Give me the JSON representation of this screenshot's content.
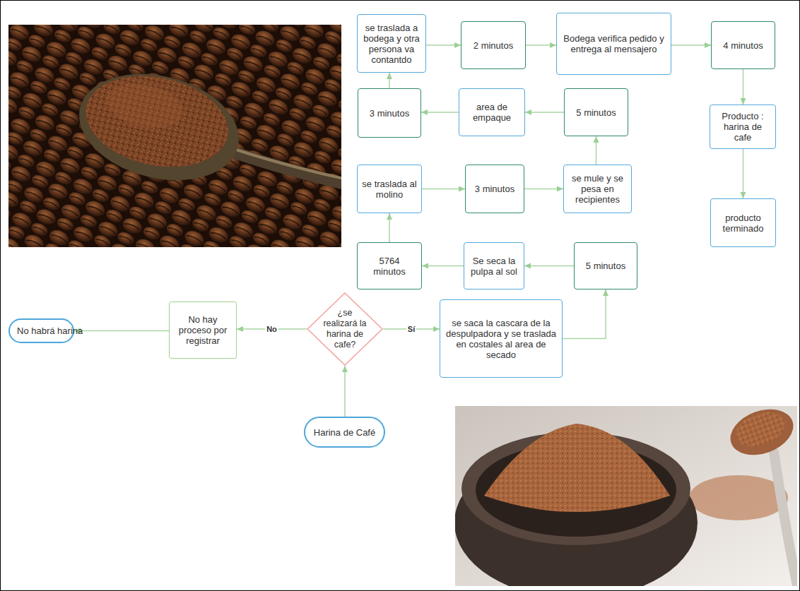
{
  "diagram": {
    "nodes": [
      {
        "text": [
          "Harina de Café"
        ]
      },
      {
        "text": [
          "¿se realizará la harina de cafe?"
        ]
      },
      {
        "text": [
          "No hay proceso por registrar"
        ]
      },
      {
        "text": [
          "No habrá harina"
        ]
      },
      {
        "text": [
          "se saca la cascara de la despulpadora y se traslada en costales al area de secado"
        ]
      },
      {
        "text": [
          "5 minutos"
        ]
      },
      {
        "text": [
          "Se seca la pulpa al sol"
        ]
      },
      {
        "text": [
          "5764 minutos"
        ]
      },
      {
        "text": [
          "se traslada al molino"
        ]
      },
      {
        "text": [
          "3 minutos"
        ]
      },
      {
        "text": [
          "se mule y se pesa en recipientes"
        ]
      },
      {
        "text": [
          "5 minutos"
        ]
      },
      {
        "text": [
          "area de empaque"
        ]
      },
      {
        "text": [
          "3 minutos"
        ]
      },
      {
        "text": [
          "se traslada a bodega y otra persona va contantdo"
        ]
      },
      {
        "text": [
          "2 minutos"
        ]
      },
      {
        "text": [
          "Bodega verifica pedido y entrega al mensajero"
        ]
      },
      {
        "text": [
          "4 minutos"
        ]
      },
      {
        "text": [
          "Producto : harina de cafe"
        ]
      },
      {
        "text": [
          "producto terminado"
        ]
      }
    ],
    "edges": [
      {
        "from": 0,
        "to": 1,
        "arrow": "to"
      },
      {
        "from": 1,
        "to": 2,
        "label": "No",
        "arrow": "to"
      },
      {
        "from": 2,
        "to": 3,
        "arrow": "to"
      },
      {
        "from": 1,
        "to": 4,
        "label": "Sí",
        "arrow": "to"
      },
      {
        "from": 4,
        "to": 5,
        "arrow": "to"
      },
      {
        "from": 5,
        "to": 6,
        "arrow": "to"
      },
      {
        "from": 6,
        "to": 7,
        "arrow": "to"
      },
      {
        "from": 7,
        "to": 8,
        "arrow": "to"
      },
      {
        "from": 8,
        "to": 9,
        "arrow": "to"
      },
      {
        "from": 9,
        "to": 10,
        "arrow": "to"
      },
      {
        "from": 10,
        "to": 11,
        "arrow": "to"
      },
      {
        "from": 11,
        "to": 12,
        "arrow": "to"
      },
      {
        "from": 12,
        "to": 13,
        "arrow": "to"
      },
      {
        "from": 13,
        "to": 14,
        "arrow": "to"
      },
      {
        "from": 14,
        "to": 15,
        "arrow": "to"
      },
      {
        "from": 15,
        "to": 16,
        "arrow": "to"
      },
      {
        "from": 16,
        "to": 17,
        "arrow": "to"
      },
      {
        "from": 17,
        "to": 18,
        "arrow": "to"
      },
      {
        "from": 18,
        "to": 19,
        "arrow": "to"
      }
    ]
  }
}
